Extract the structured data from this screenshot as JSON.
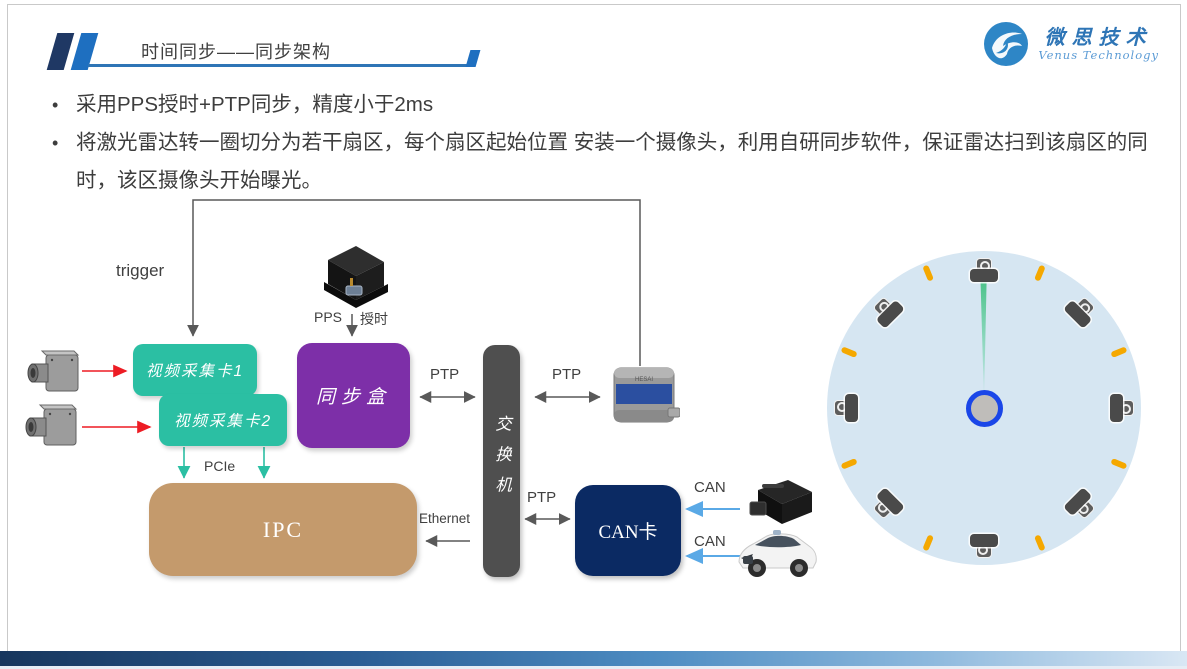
{
  "header": {
    "title": "时间同步——同步架构"
  },
  "logo": {
    "company": "微思技术",
    "subtitle": "Venus Technology"
  },
  "bullets": [
    "采用PPS授时+PTP同步，精度小于2ms",
    "将激光雷达转一圈切分为若干扇区，每个扇区起始位置 安装一个摄像头，利用自研同步软件，保证雷达扫到该扇区的同时，该区摄像头开始曝光。"
  ],
  "diagram": {
    "labels": {
      "trigger": "trigger",
      "pps": "PPS",
      "timing": "授时",
      "ptp_syncbox_switch": "PTP",
      "ptp_switch_lidar": "PTP",
      "ptp_switch_cancard": "PTP",
      "pcie": "PCIe",
      "ethernet": "Ethernet",
      "can_top": "CAN",
      "can_bottom": "CAN"
    },
    "nodes": {
      "capture_card_1": "视频采集卡1",
      "capture_card_2": "视频采集卡2",
      "sync_box": "同步盒",
      "switch": "交换机",
      "ipc": "IPC",
      "can_card": "CAN卡",
      "lidar_brand": "HESAI"
    },
    "colors": {
      "capture_card": "#2bbfa3",
      "sync_box": "#7d2fa8",
      "switch": "#4f4f4f",
      "ipc": "#c49a6c",
      "can_card": "#0b2a63",
      "trigger_line": "#595959",
      "camera_arrow": "#ed1c24",
      "can_arrow": "#5aa9e6",
      "pcie_arrow": "#2bbfa3",
      "accent": "#2e75b6",
      "scan_circle": "#d6e6f2",
      "sector_tick": "#f5a800",
      "scan_beam": "#2eb872",
      "lidar_center_ring": "#1a46e8"
    }
  }
}
